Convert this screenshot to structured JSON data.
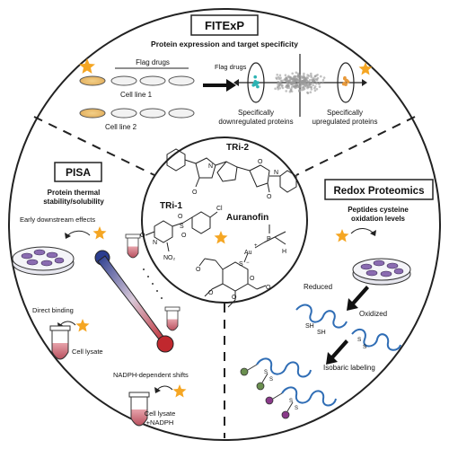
{
  "fitexp": {
    "title": "FITExP",
    "subtitle": "Protein expression and target specificity",
    "flag_drugs": "Flag drugs",
    "cell_line_1": "Cell line 1",
    "cell_line_2": "Cell line 2",
    "plot_flag_drugs": "Flag drugs",
    "down_label_1": "Specifically",
    "down_label_2": "downregulated proteins",
    "up_label_1": "Specifically",
    "up_label_2": "upregulated proteins"
  },
  "pisa": {
    "title": "PISA",
    "subtitle_1": "Protein thermal",
    "subtitle_2": "stability/solubility",
    "early_effects": "Early downstream effects",
    "direct_binding": "Direct binding",
    "cell_lysate": "Cell lysate",
    "nadph_shifts": "NADPH-dependent shifts",
    "cell_lysate_nadph_1": "Cell lysate",
    "cell_lysate_nadph_2": "+NADPH"
  },
  "redox": {
    "title": "Redox Proteomics",
    "subtitle_1": "Peptides cysteine",
    "subtitle_2": "oxidation levels",
    "reduced": "Reduced",
    "oxidized": "Oxidized",
    "isobaric": "Isobaric labeling",
    "sh": "SH",
    "s": "S"
  },
  "center": {
    "tri2": "TRi-2",
    "tri1": "TRi-1",
    "auranofin": "Auranofin",
    "atoms": {
      "N": "N",
      "O": "O",
      "S": "S",
      "Cl": "Cl",
      "NO2": "NO₂",
      "P": "P",
      "Au": "Au",
      "Plus": "+",
      "Minus": "−",
      "H": "H"
    }
  },
  "colors": {
    "star": "#f5a623",
    "line": "#222222",
    "peptide": "#2f6db5",
    "tube": "#c9707a",
    "dish_purple": "#8a6bb1",
    "thermo_top": "#2b3d8f",
    "thermo_bottom": "#c0282e",
    "cyan_dots": "#2cb3b3",
    "orange_dots": "#e89a3c"
  }
}
